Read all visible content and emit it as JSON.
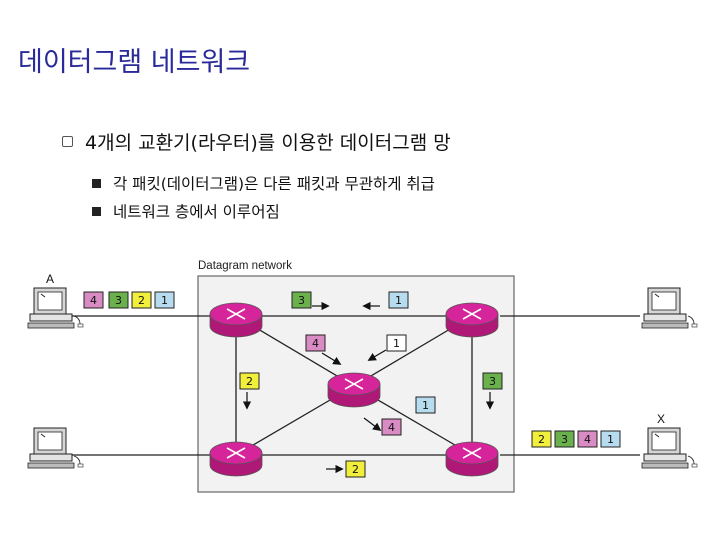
{
  "slide": {
    "title": "데이터그램 네트워크",
    "bullet_main": "4개의 교환기(라우터)를 이용한 데이터그램 망",
    "sub_bullets": [
      "각 패킷(데이터그램)은 다른 패킷과 무관하게 취급",
      "네트워크 층에서 이루어짐"
    ]
  },
  "diagram": {
    "title": "Datagram network",
    "label_a": "A",
    "label_x": "X",
    "colors": {
      "yellow": "#f2ee3c",
      "green": "#6ab04c",
      "pink": "#d98bc4",
      "blue": "#b8dcef",
      "router": "#d6249a"
    },
    "packets": {
      "a_queue": [
        "4",
        "3",
        "2",
        "1"
      ],
      "top_left": "3",
      "top_right": "1",
      "mid_pink": "4",
      "mid_white": "1",
      "left_side": "2",
      "right_side": "3",
      "center_blue": "1",
      "center_pink": "4",
      "bottom": "2",
      "x_queue": [
        "2",
        "3",
        "4",
        "1"
      ]
    }
  }
}
